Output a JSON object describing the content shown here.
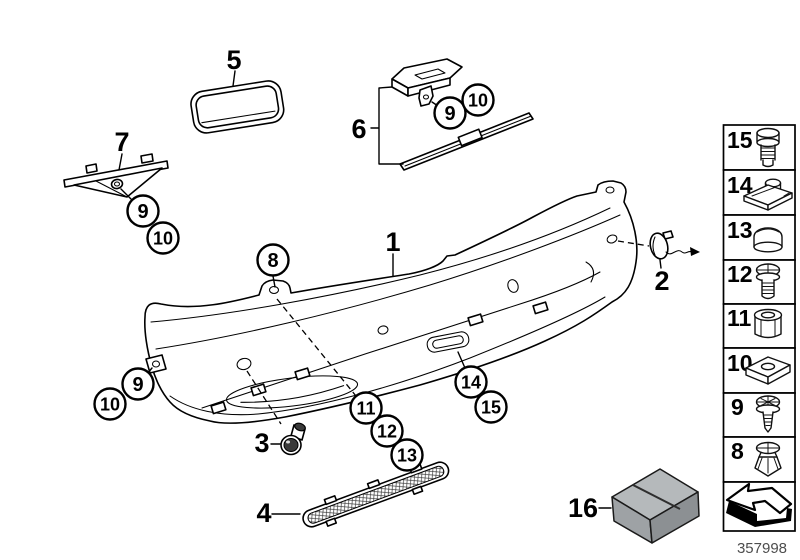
{
  "page": {
    "background": "#ffffff",
    "drawing_number": "357998"
  },
  "callouts": {
    "plain": [
      {
        "label": "5"
      },
      {
        "label": "7"
      },
      {
        "label": "6"
      },
      {
        "label": "1"
      },
      {
        "label": "2"
      },
      {
        "label": "3"
      },
      {
        "label": "4"
      },
      {
        "label": "16"
      }
    ],
    "circled": [
      {
        "label": "8"
      },
      {
        "label": "9"
      },
      {
        "label": "10"
      },
      {
        "label": "9"
      },
      {
        "label": "10"
      },
      {
        "label": "9"
      },
      {
        "label": "10"
      },
      {
        "label": "11"
      },
      {
        "label": "12"
      },
      {
        "label": "13"
      },
      {
        "label": "14"
      },
      {
        "label": "15"
      }
    ]
  },
  "legend": {
    "rows": [
      {
        "number": "15",
        "icon": "hex-bolt-icon"
      },
      {
        "number": "14",
        "icon": "clip-nut-icon"
      },
      {
        "number": "13",
        "icon": "cap-plug-icon"
      },
      {
        "number": "12",
        "icon": "washer-screw-icon"
      },
      {
        "number": "11",
        "icon": "grommet-icon"
      },
      {
        "number": "10",
        "icon": "clip-icon"
      },
      {
        "number": "9",
        "icon": "tapping-screw-icon"
      },
      {
        "number": "8",
        "icon": "expanding-rivet-icon"
      }
    ],
    "continuation_arrow_icon": "continuation-arrow-icon"
  },
  "colors": {
    "kit_box_top": "#b5b9bb",
    "kit_box_left": "#9ea2a5",
    "kit_box_right": "#8c9093",
    "sensor_dark": "#3a3a3a"
  }
}
